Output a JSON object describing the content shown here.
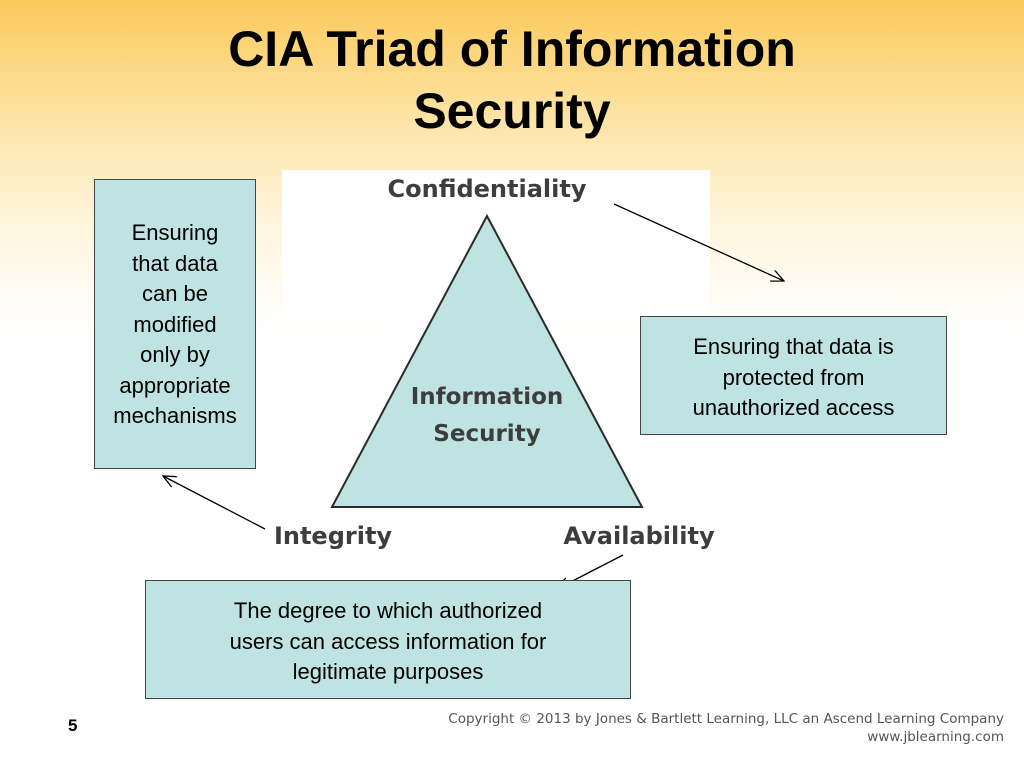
{
  "slide": {
    "title_lines": [
      "CIA Triad of Information",
      "Security"
    ],
    "number": "5"
  },
  "diagram": {
    "apex_label": "Confidentiality",
    "bottom_left_label": "Integrity",
    "bottom_right_label": "Availability",
    "center_label_lines": [
      "Information",
      "Security"
    ],
    "triangle_fill": "#bfe2e2",
    "box_fill": "#bfe2e2"
  },
  "definitions": {
    "integrity_lines": [
      "Ensuring",
      "that data",
      "can be",
      "modified",
      "only by",
      "appropriate",
      "mechanisms"
    ],
    "confidentiality_lines": [
      "Ensuring that data is",
      "protected from",
      "unauthorized access"
    ],
    "availability_lines": [
      "The degree to which authorized",
      "users can access information for",
      "legitimate purposes"
    ]
  },
  "footer": {
    "copyright": "Copyright © 2013 by Jones & Bartlett Learning, LLC an Ascend Learning Company",
    "website": "www.jblearning.com"
  }
}
